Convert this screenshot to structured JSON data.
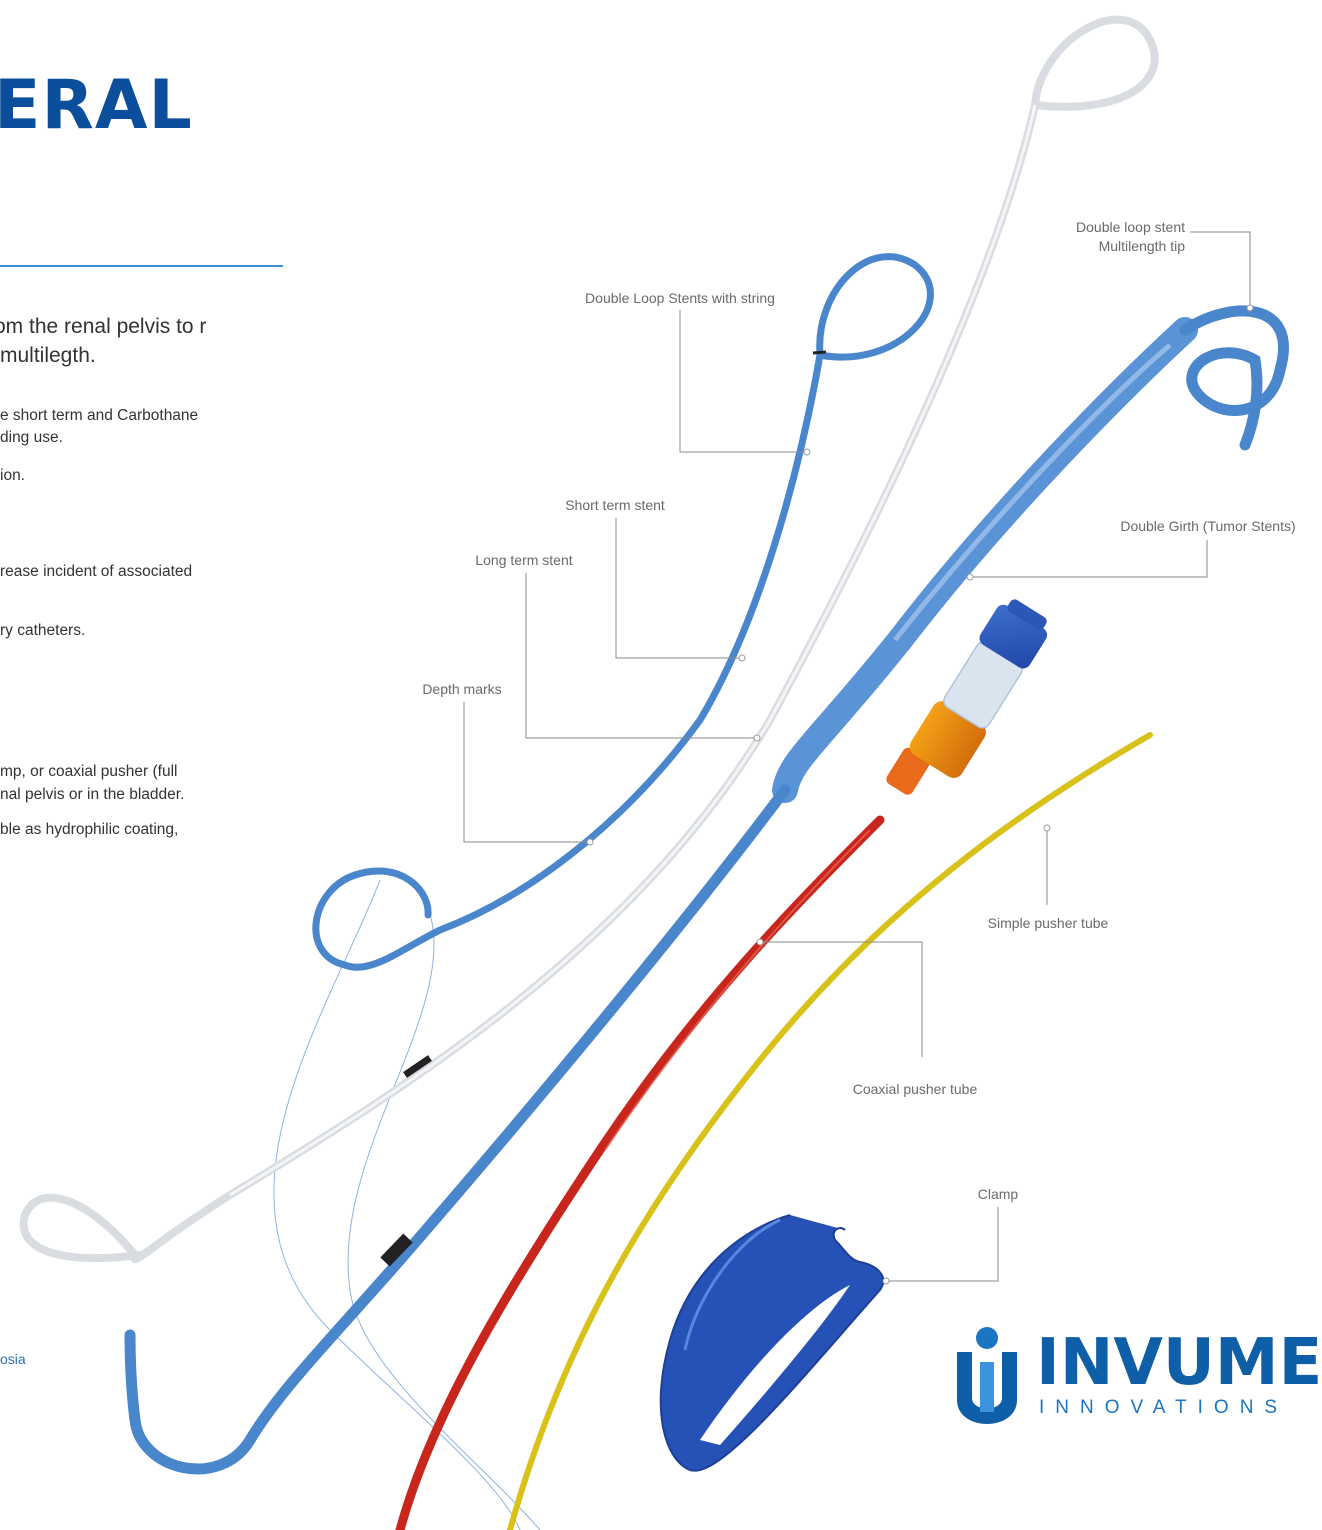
{
  "heading": {
    "title": "ERAL"
  },
  "intro": {
    "text": "om the renal pelvis to r multilegth."
  },
  "paragraphs": [
    "e short term and Carbothane",
    "ding use.",
    "ion.",
    "rease incident of associated",
    "ry catheters.",
    "mp, or coaxial pusher (full",
    "nal pelvis or in the bladder.",
    "ble as hydrophilic coating,"
  ],
  "footer": {
    "text": "osia"
  },
  "callouts": {
    "double_loop_multilength_line1": "Double loop stent",
    "double_loop_multilength_line2": "Multilength tip",
    "double_loop_string": "Double Loop Stents with string",
    "short_term": "Short term stent",
    "double_girth": "Double Girth (Tumor Stents)",
    "long_term": "Long term stent",
    "depth_marks": "Depth marks",
    "simple_pusher": "Simple pusher tube",
    "coaxial_pusher": "Coaxial pusher tube",
    "clamp": "Clamp"
  },
  "logo": {
    "name": "INVUMED",
    "sub": "INNOVATIONS"
  },
  "colors": {
    "stent_blue": "#4a86cc",
    "stent_white": "#d9dde2",
    "coaxial_red": "#c8261c",
    "pusher_yellow": "#d8c21a",
    "clamp_blue": "#2652b8",
    "brand_blue": "#0f5fa8"
  }
}
